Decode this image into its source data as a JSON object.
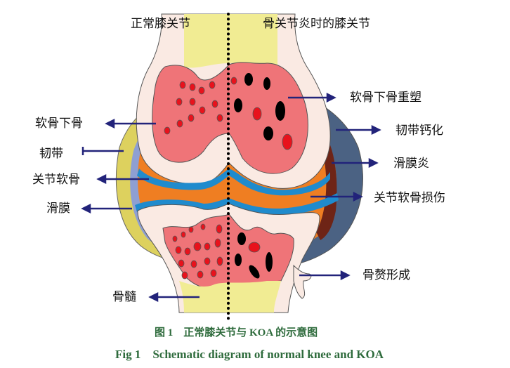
{
  "headers": {
    "left": "正常膝关节",
    "right": "骨关节炎时的膝关节"
  },
  "labels_left": [
    {
      "id": "subchondral-bone",
      "text": "软骨下骨"
    },
    {
      "id": "ligament",
      "text": "韧带"
    },
    {
      "id": "articular-cartilage",
      "text": "关节软骨"
    },
    {
      "id": "synovium",
      "text": "滑膜"
    },
    {
      "id": "bone-marrow",
      "text": "骨髓"
    }
  ],
  "labels_right": [
    {
      "id": "subchondral-bone-remodeling",
      "text": "软骨下骨重塑"
    },
    {
      "id": "ligament-calcification",
      "text": "韧带钙化"
    },
    {
      "id": "synovitis",
      "text": "滑膜炎"
    },
    {
      "id": "cartilage-damage",
      "text": "关节软骨损伤"
    },
    {
      "id": "osteophyte-formation",
      "text": "骨赘形成"
    }
  ],
  "caption": {
    "cn": "图 1　正常膝关节与 KOA 的示意图",
    "en": "Fig 1　Schematic diagram of normal knee and KOA"
  },
  "colors": {
    "bone_marrow": "#f1ec93",
    "cortical": "#faeae3",
    "cancellous": "#ef7478",
    "red_spot": "#e8121c",
    "black_spot": "#000000",
    "cartilage_blue": "#1f8bcd",
    "joint_orange": "#ef7e22",
    "ligament_yellow": "#ddd15e",
    "synovium_lavender": "#8e9fd2",
    "calcified_ligament": "#4b6283",
    "synovitis_brown": "#6e2416",
    "arrow": "#22237a",
    "caption_green": "#2e6b3c"
  }
}
